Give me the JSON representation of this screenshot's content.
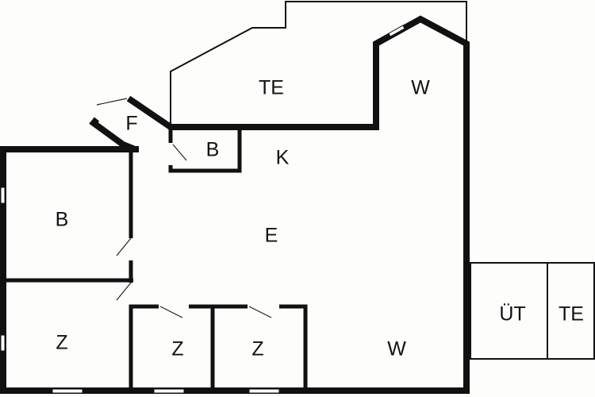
{
  "floor_plan": {
    "rooms": [
      {
        "id": "terrace-top",
        "label": "TE"
      },
      {
        "id": "winter-garden-top",
        "label": "W"
      },
      {
        "id": "hallway",
        "label": "F"
      },
      {
        "id": "bathroom-small",
        "label": "B"
      },
      {
        "id": "kitchen",
        "label": "K"
      },
      {
        "id": "bathroom-left",
        "label": "B"
      },
      {
        "id": "living",
        "label": "E"
      },
      {
        "id": "bedroom-left",
        "label": "Z"
      },
      {
        "id": "bedroom-middle",
        "label": "Z"
      },
      {
        "id": "bedroom-right",
        "label": "Z"
      },
      {
        "id": "living-bottom",
        "label": "W"
      },
      {
        "id": "utility",
        "label": "ÜT"
      },
      {
        "id": "terrace-right",
        "label": "TE"
      }
    ]
  }
}
